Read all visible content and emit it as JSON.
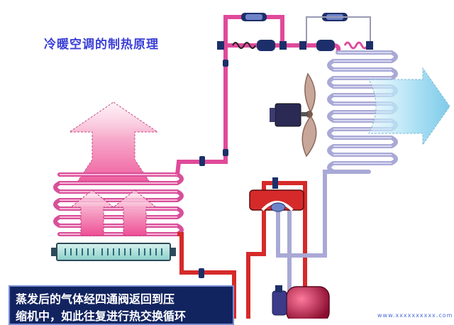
{
  "title": "冷暖空调的制热原理",
  "caption": {
    "line1": "蒸发后的气体经四通阀返回到压",
    "line2": "缩机中，如此往复进行热交换循环"
  },
  "watermark": "www.xxxxxxxxxx.com",
  "colors": {
    "hot_pipe": "#e04a9a",
    "cold_pipe": "#a9a9d6",
    "red_pipe": "#d62a2a",
    "warm_air": "#f06aa2",
    "cool_air": "#bfe8f6",
    "compressor": "#c41444",
    "caption_bg": "#12245f",
    "title_text": "#3b3fd6"
  },
  "icons": [
    "warm-air-arrow-icon",
    "cool-air-arrow-icon",
    "fan-icon",
    "fan-motor-icon",
    "compressor-icon",
    "four-way-valve-icon",
    "capillary-filter-icon"
  ]
}
